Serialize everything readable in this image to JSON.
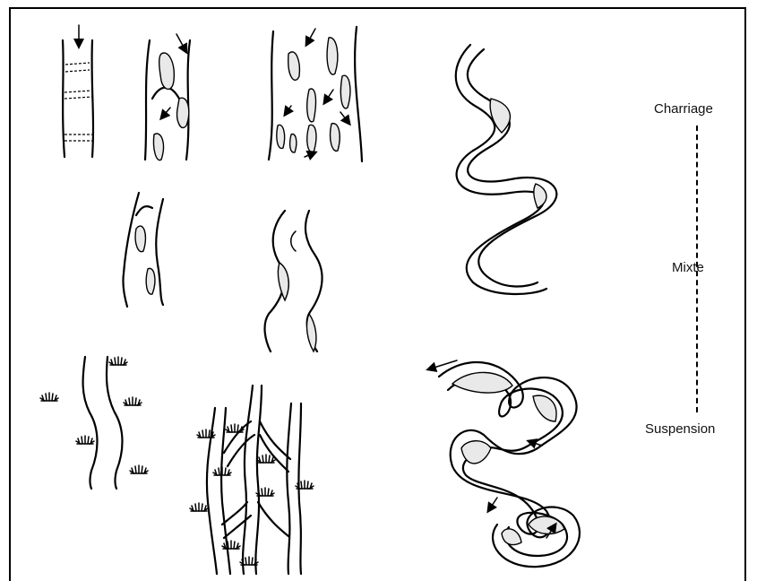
{
  "scale": {
    "top_label": "Charriage",
    "middle_label": "Mixte",
    "bottom_label": "Suspension"
  },
  "icons": {
    "vegetation": "grass-tuft-icon",
    "flow": "arrow-icon"
  }
}
